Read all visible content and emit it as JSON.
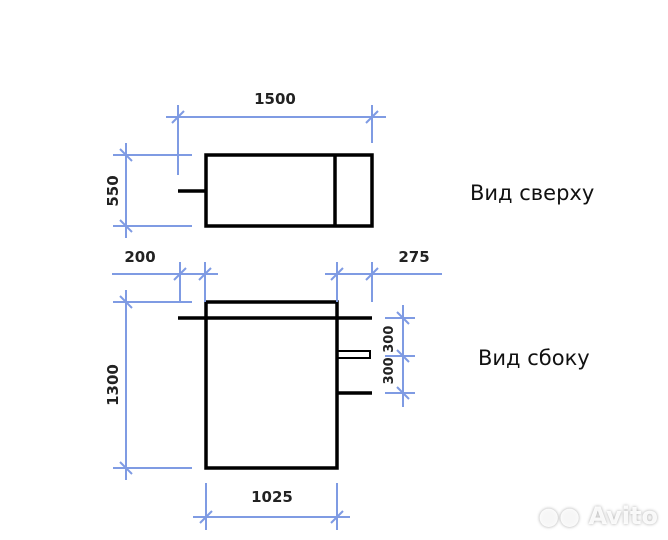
{
  "views": {
    "top_label": "Вид сверху",
    "side_label": "Вид сбоку"
  },
  "dimensions": {
    "top_length": "1500",
    "top_depth": "550",
    "side_left_overhang": "200",
    "side_right_overhang": "275",
    "side_height": "1300",
    "side_width": "1025",
    "side_spacing": "300 300"
  },
  "colors": {
    "object_line": "#000000",
    "dimension_line": "#7f9be3"
  },
  "watermark": "Avito"
}
